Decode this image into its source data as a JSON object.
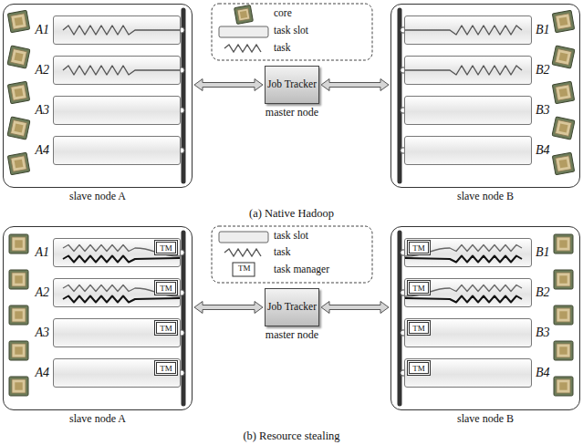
{
  "diagram": {
    "nodes": [
      {
        "text": [
          "slave node A"
        ]
      },
      {
        "text": [
          "A1"
        ],
        "in": 0
      },
      {
        "text": [
          "A2"
        ],
        "in": 0
      },
      {
        "text": [
          "A3"
        ],
        "in": 0
      },
      {
        "text": [
          "A4"
        ],
        "in": 0
      },
      {
        "text": [
          "Job Tracker",
          "master node"
        ]
      },
      {
        "text": [
          "slave node B"
        ]
      },
      {
        "text": [
          "B1"
        ],
        "in": 6
      },
      {
        "text": [
          "B2"
        ],
        "in": 6
      },
      {
        "text": [
          "B3"
        ],
        "in": 6
      },
      {
        "text": [
          "B4"
        ],
        "in": 6
      },
      {
        "text": [
          "slave node A"
        ]
      },
      {
        "text": [
          "A1"
        ],
        "in": 11
      },
      {
        "text": [
          "TM"
        ],
        "in": 12
      },
      {
        "text": [
          "A2"
        ],
        "in": 11
      },
      {
        "text": [
          "TM"
        ],
        "in": 14
      },
      {
        "text": [
          "A3"
        ],
        "in": 11
      },
      {
        "text": [
          "TM"
        ],
        "in": 16
      },
      {
        "text": [
          "A4"
        ],
        "in": 11
      },
      {
        "text": [
          "TM"
        ],
        "in": 18
      },
      {
        "text": [
          "Job Tracker",
          "master node"
        ]
      },
      {
        "text": [
          "slave node B"
        ]
      },
      {
        "text": [
          "B1"
        ],
        "in": 21
      },
      {
        "text": [
          "TM"
        ],
        "in": 22
      },
      {
        "text": [
          "B2"
        ],
        "in": 21
      },
      {
        "text": [
          "TM"
        ],
        "in": 24
      },
      {
        "text": [
          "B3"
        ],
        "in": 21
      },
      {
        "text": [
          "TM"
        ],
        "in": 26
      },
      {
        "text": [
          "B4"
        ],
        "in": 21
      },
      {
        "text": [
          "TM"
        ],
        "in": 28
      }
    ],
    "edges": [
      {
        "from": 0,
        "to": 5,
        "arrow": "both"
      },
      {
        "from": 5,
        "to": 6,
        "arrow": "both"
      },
      {
        "from": 11,
        "to": 20,
        "arrow": "both"
      },
      {
        "from": 20,
        "to": 21,
        "arrow": "both"
      }
    ],
    "labels": [
      "(a) Native Hadoop",
      "(b) Resource stealing",
      "TM"
    ],
    "legend": [
      {
        "text": "core"
      },
      {
        "text": "task slot"
      },
      {
        "text": "task"
      },
      {
        "text": "task slot"
      },
      {
        "text": "task"
      },
      {
        "text": "task manager"
      }
    ]
  }
}
